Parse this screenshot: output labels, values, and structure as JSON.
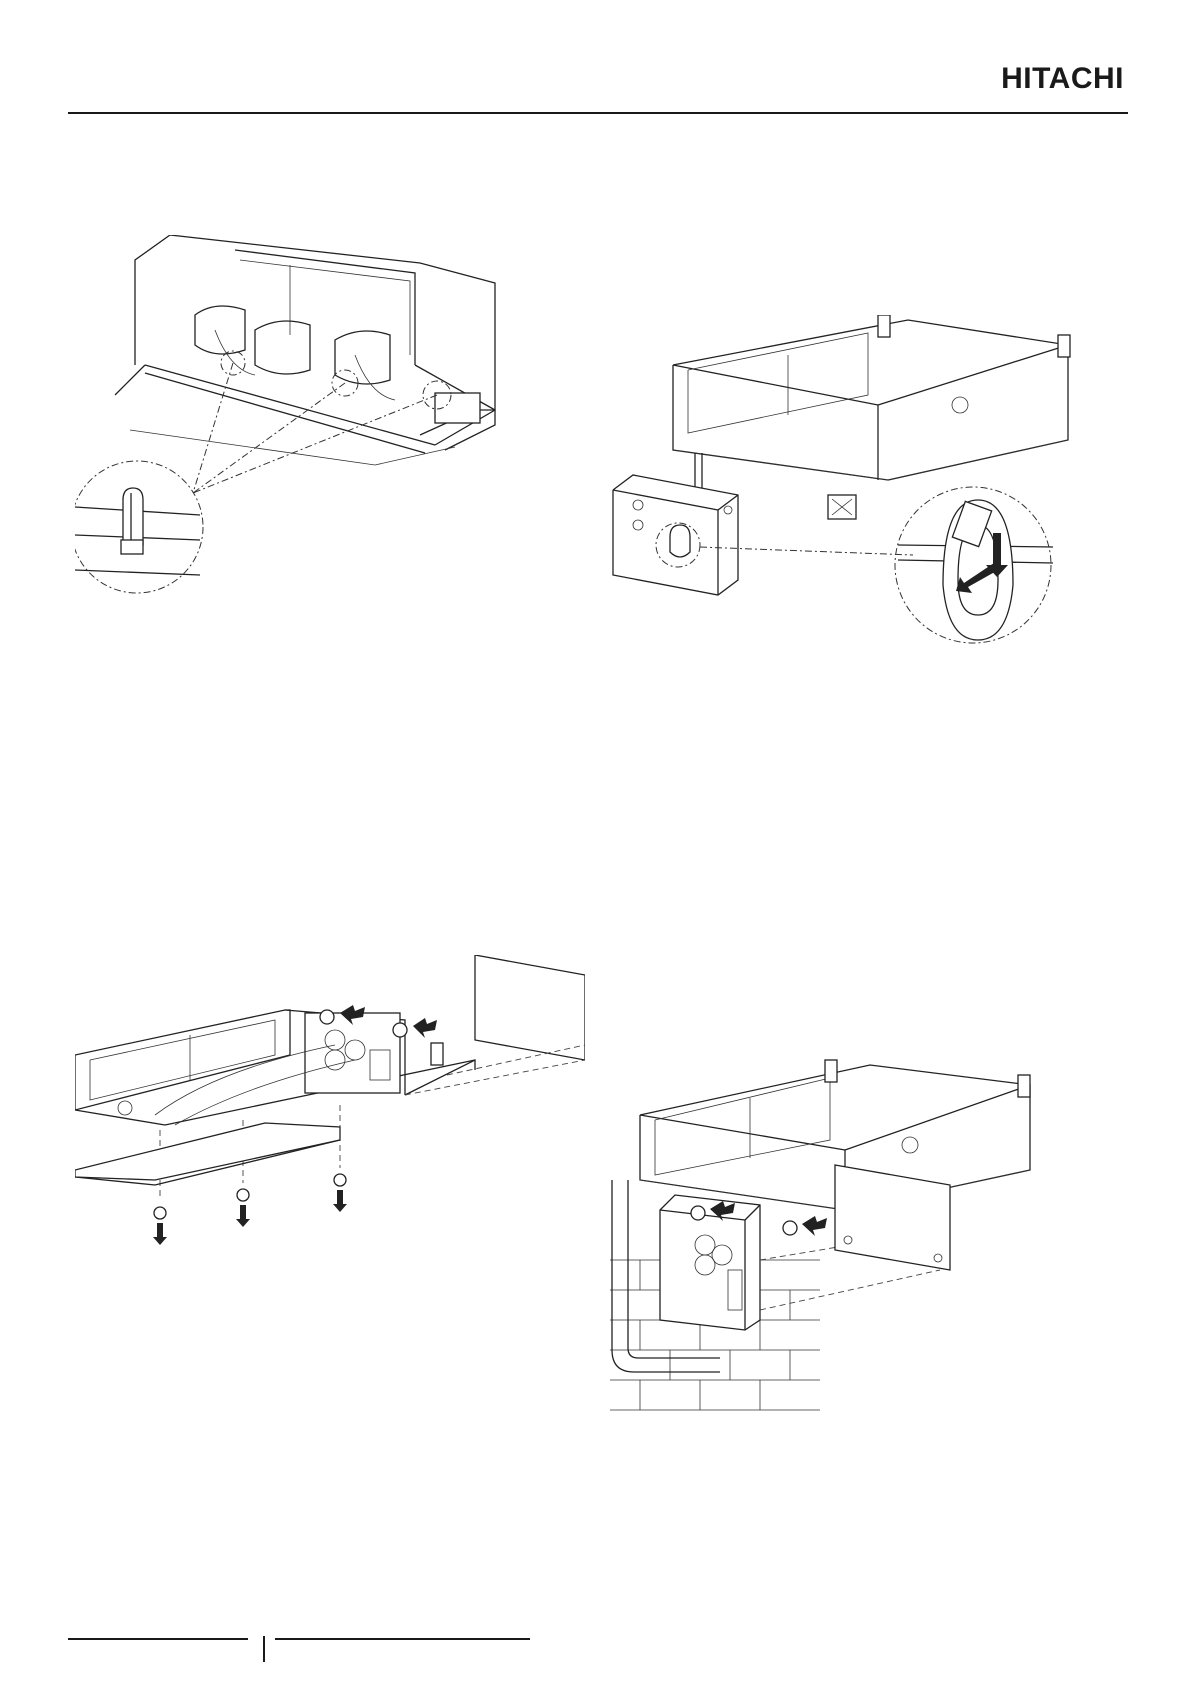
{
  "header": {
    "brand": "HITACHI"
  },
  "figures": [
    {
      "id": "fig-1",
      "icon": "remove-fan-casing-clips-illustration"
    },
    {
      "id": "fig-2",
      "icon": "electrical-box-hook-detail-illustration"
    },
    {
      "id": "fig-3",
      "icon": "remove-bottom-panel-screws-illustration"
    },
    {
      "id": "fig-4",
      "icon": "wall-mounted-electrical-box-illustration"
    }
  ],
  "colors": {
    "ink": "#222222",
    "paper": "#ffffff"
  }
}
